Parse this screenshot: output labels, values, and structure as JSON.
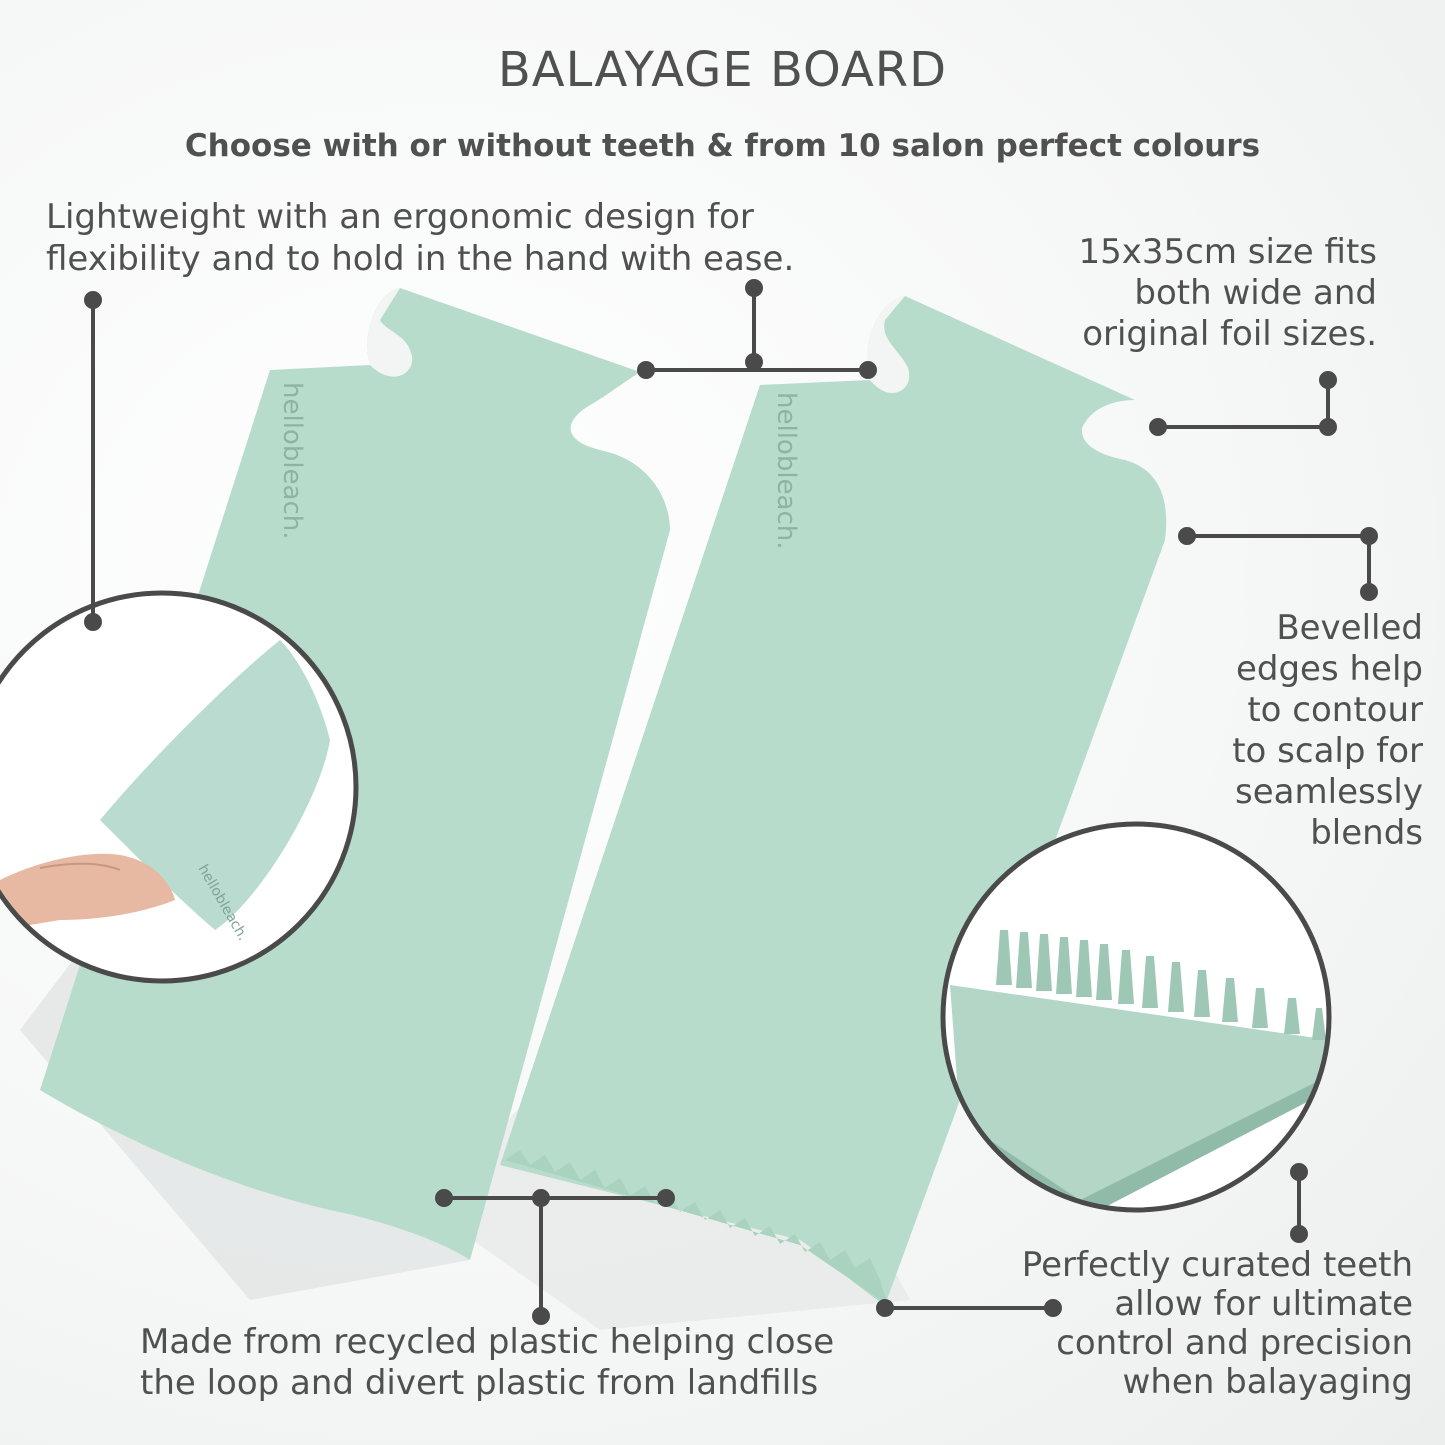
{
  "header": {
    "title": "BALAYAGE BOARD",
    "subtitle": "Choose with or without teeth & from 10 salon perfect colours"
  },
  "callouts": {
    "lightweight": [
      "Lightweight with an ergonomic design for",
      "flexibility and to hold in the hand with ease."
    ],
    "size": [
      "15x35cm size fits",
      "both wide and",
      "original foil sizes."
    ],
    "bevelled": [
      "Bevelled",
      "edges help",
      "to contour",
      "to scalp for",
      "seamlessly",
      "blends"
    ],
    "teeth": [
      "Perfectly curated teeth",
      "allow for ultimate",
      "control and precision",
      "when balayaging"
    ],
    "recycled": [
      "Made from recycled plastic helping close",
      "the loop and divert plastic from landfills"
    ]
  },
  "product": {
    "brand_mark": "hellobleach.",
    "board_color": "#b7dccb",
    "board_shade": "#a5cdbb"
  },
  "colors": {
    "text": "#505050",
    "line": "#4a4a4a"
  }
}
